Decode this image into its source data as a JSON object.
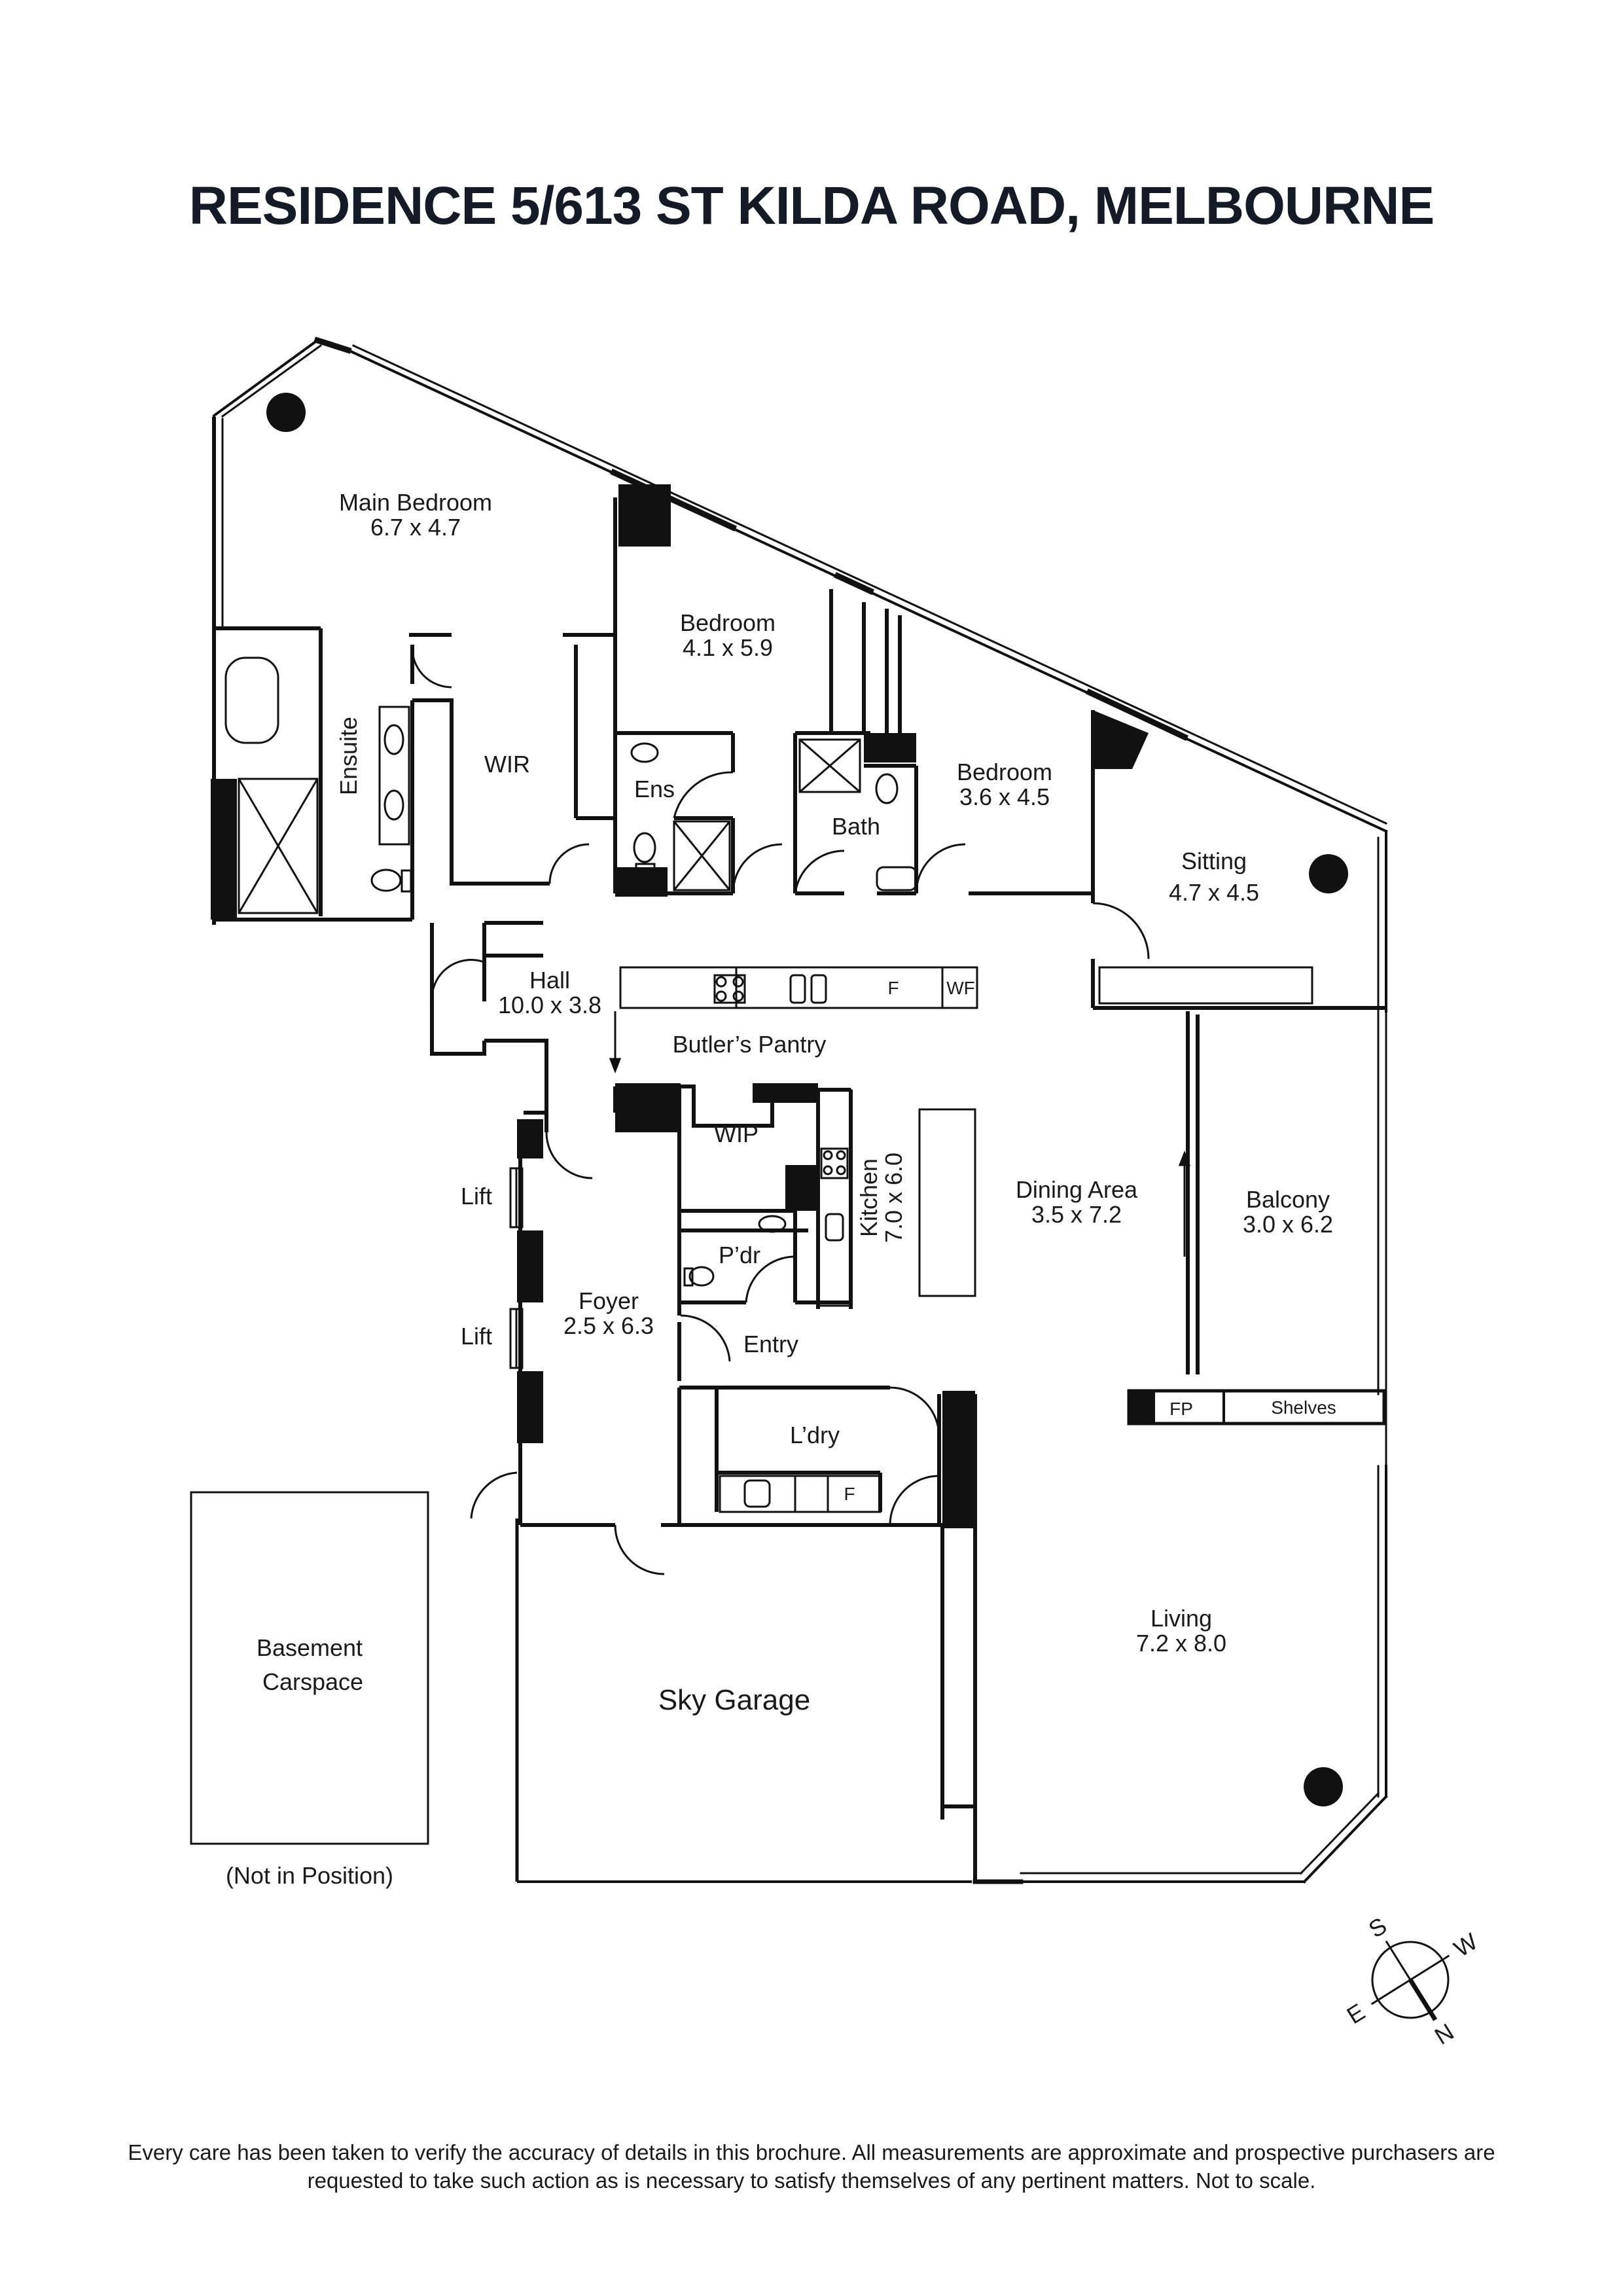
{
  "title": "RESIDENCE 5/613 ST KILDA ROAD, MELBOURNE",
  "rooms": {
    "main_bedroom": {
      "name": "Main Bedroom",
      "dims": "6.7 x 4.7"
    },
    "bedroom_2": {
      "name": "Bedroom",
      "dims": "4.1 x 5.9"
    },
    "bedroom_3": {
      "name": "Bedroom",
      "dims": "3.6 x 4.5"
    },
    "sitting": {
      "name": "Sitting",
      "dims": "4.7 x 4.5"
    },
    "hall": {
      "name": "Hall",
      "dims": "10.0 x 3.8"
    },
    "kitchen": {
      "name": "Kitchen",
      "dims": "7.0 x 6.0"
    },
    "dining": {
      "name": "Dining Area",
      "dims": "3.5 x 7.2"
    },
    "balcony": {
      "name": "Balcony",
      "dims": "3.0 x 6.2"
    },
    "foyer": {
      "name": "Foyer",
      "dims": "2.5 x 6.3"
    },
    "living": {
      "name": "Living",
      "dims": "7.2 x 8.0"
    }
  },
  "labels": {
    "ensuite": "Ensuite",
    "wir": "WIR",
    "ens": "Ens",
    "bath": "Bath",
    "butlers_pantry": "Butler’s Pantry",
    "wip": "WIP",
    "pdr": "P’dr",
    "entry": "Entry",
    "laundry": "L’dry",
    "lift_1": "Lift",
    "lift_2": "Lift",
    "fridge_pantry": "F",
    "wine_fridge": "WF",
    "fridge_laundry": "F",
    "fireplace": "FP",
    "shelves": "Shelves",
    "sky_garage": "Sky Garage",
    "basement_line1": "Basement",
    "basement_line2": "Carspace",
    "not_in_position": "(Not in Position)"
  },
  "compass": {
    "s": "S",
    "w": "W",
    "e": "E",
    "n": "N"
  },
  "disclaimer": "Every care has been taken to verify the accuracy of details in this brochure. All measurements are approximate and prospective purchasers are requested to take such action as is necessary to satisfy themselves of any pertinent matters. Not to scale."
}
